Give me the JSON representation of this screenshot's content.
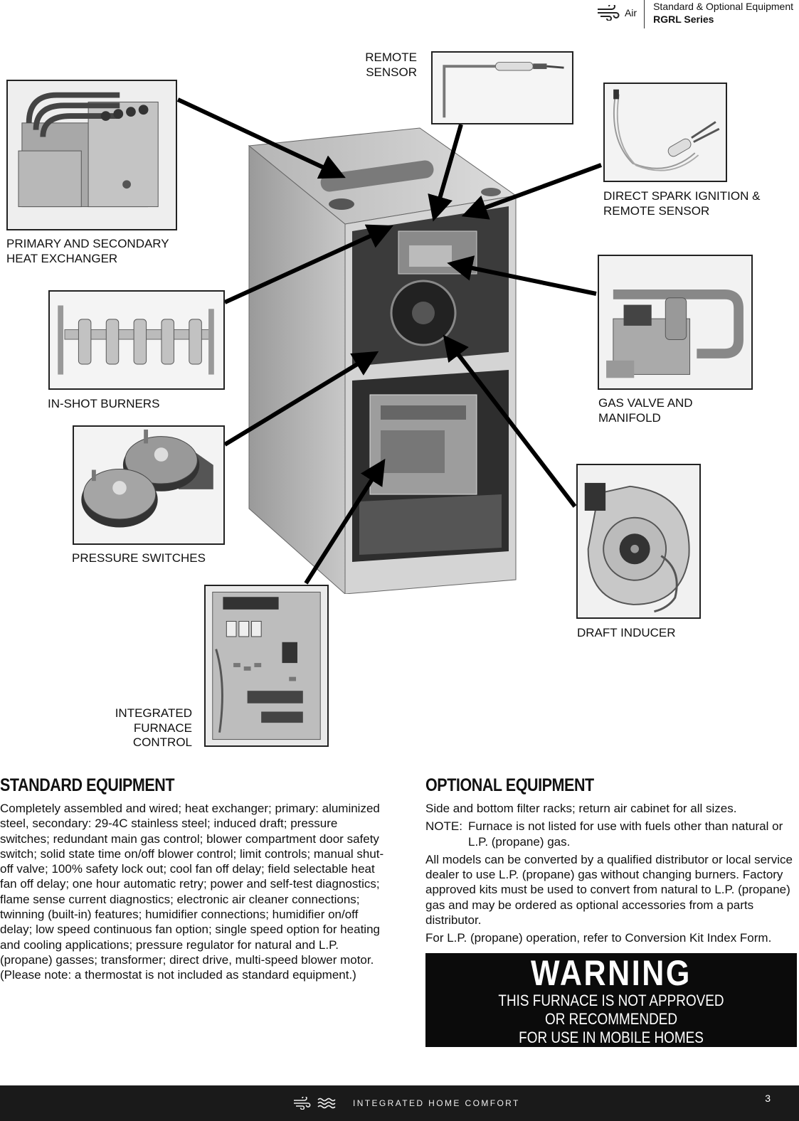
{
  "header": {
    "category": "Air",
    "title": "Standard & Optional Equipment",
    "series": "RGRL Series"
  },
  "icons": [
    "wind-icon",
    "wave-icon"
  ],
  "components": {
    "remote_sensor": [
      "REMOTE",
      "SENSOR"
    ],
    "heat_exchanger": [
      "PRIMARY AND SECONDARY",
      "HEAT EXCHANGER"
    ],
    "spark_ignition": [
      "DIRECT SPARK IGNITION &",
      "REMOTE SENSOR"
    ],
    "burners": [
      "IN-SHOT BURNERS"
    ],
    "gas_valve": [
      "GAS VALVE AND",
      "MANIFOLD"
    ],
    "pressure_switches": [
      "PRESSURE SWITCHES"
    ],
    "draft_inducer": [
      "DRAFT INDUCER"
    ],
    "furnace_control": [
      "INTEGRATED",
      "FURNACE",
      "CONTROL"
    ]
  },
  "standard": {
    "title": "STANDARD EQUIPMENT",
    "body": "Completely assembled and wired; heat exchanger; primary: aluminized steel, secondary: 29-4C stainless steel; induced draft; pressure switches; redundant main gas control; blower compartment door safety switch; solid state time on/off blower control; limit controls; manual shut-off valve; 100% safety lock out; cool fan off delay; field selectable heat fan off delay; one hour automatic retry; power and self-test diagnostics; flame sense current diagnostics; electronic air cleaner connections; twinning (built-in) features; humidifier connections; humidifier on/off delay; low speed continuous fan option; single speed option for heating and cooling applications; pressure regulator for natural and L.P. (propane) gasses; transformer; direct drive, multi-speed blower motor. (Please note: a thermostat is not included as standard equipment.)"
  },
  "optional": {
    "title": "OPTIONAL EQUIPMENT",
    "p1": "Side and bottom filter racks; return air cabinet for all sizes.",
    "note_key": "NOTE:",
    "note_val": "Furnace is not listed for use with fuels other than natural or L.P. (propane) gas.",
    "p2": "All models can be converted by a qualified distributor or local service dealer to use L.P. (propane) gas without changing burners. Factory approved kits must be used to convert from natural to L.P. (propane) gas and may be ordered as optional accessories from a parts distributor.",
    "p3": "For L.P. (propane) operation, refer to Conversion Kit Index Form."
  },
  "warning": {
    "title": "WARNING",
    "lines": [
      "THIS FURNACE IS NOT APPROVED",
      "OR RECOMMENDED",
      "FOR USE IN MOBILE HOMES"
    ]
  },
  "footer": {
    "brand": "INTEGRATED HOME COMFORT",
    "page": "3"
  }
}
